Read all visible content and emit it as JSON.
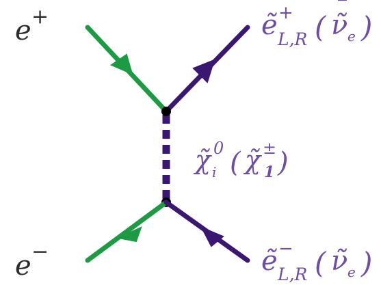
{
  "colors": {
    "fermion_in": "#1e9a45",
    "sfermion_out": "#3a1872",
    "propagator": "#3a1872",
    "vertex": "#000000",
    "label_dark": "#2b2b2b",
    "label_purple": "#6b4fa0"
  },
  "labels": {
    "positron": {
      "base": "e",
      "sup": "+"
    },
    "electron": {
      "base": "e",
      "sup": "−"
    },
    "selectron_plus": {
      "base": "ẽ",
      "sup": "+",
      "sub": "L,R",
      "paren_base": "ν̃",
      "paren_bar": "‾",
      "paren_sub": "e"
    },
    "selectron_minus": {
      "base": "ẽ",
      "sup": "−",
      "sub": "L,R",
      "paren_base": "ν̃",
      "paren_sub": "e"
    },
    "exchange": {
      "base": "χ̃",
      "sup": "0",
      "sub": "i",
      "paren_base": "χ̃",
      "paren_sup": "±",
      "paren_sub": "1"
    }
  }
}
